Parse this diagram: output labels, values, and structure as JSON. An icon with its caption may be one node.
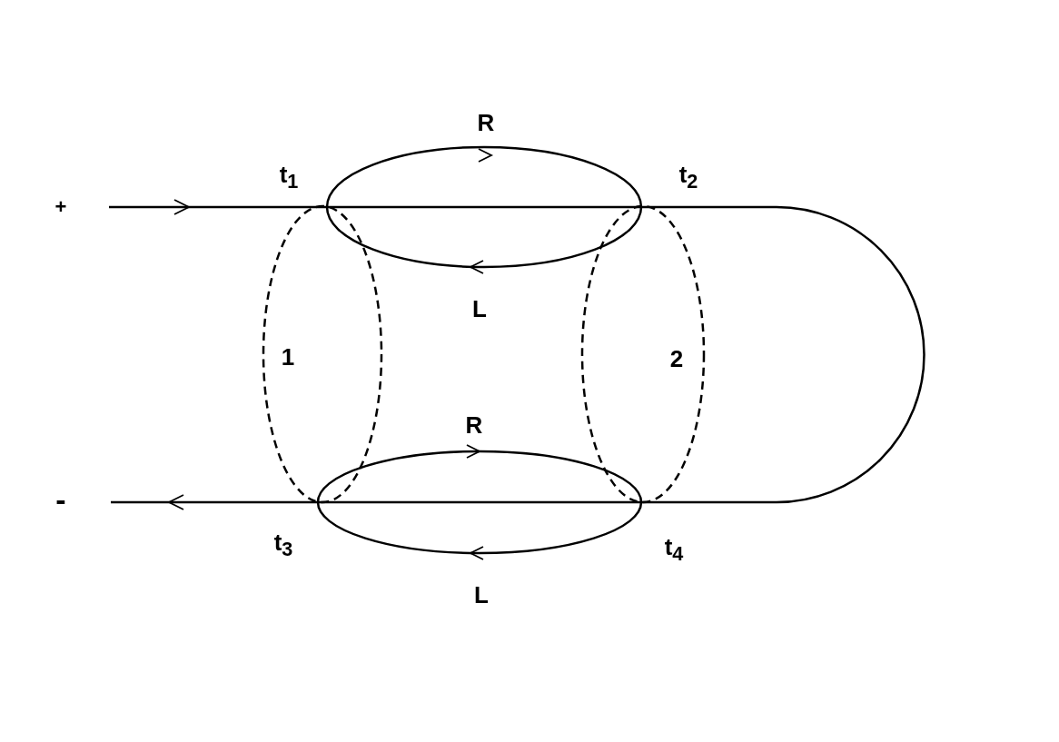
{
  "diagram": {
    "labels": [
      "R",
      "t$_{1}$",
      "t$_{2}$",
      "+",
      "L",
      "1",
      "2",
      "R",
      "-",
      "t$_{3}$",
      "t$_{4}$",
      "L"
    ]
  }
}
